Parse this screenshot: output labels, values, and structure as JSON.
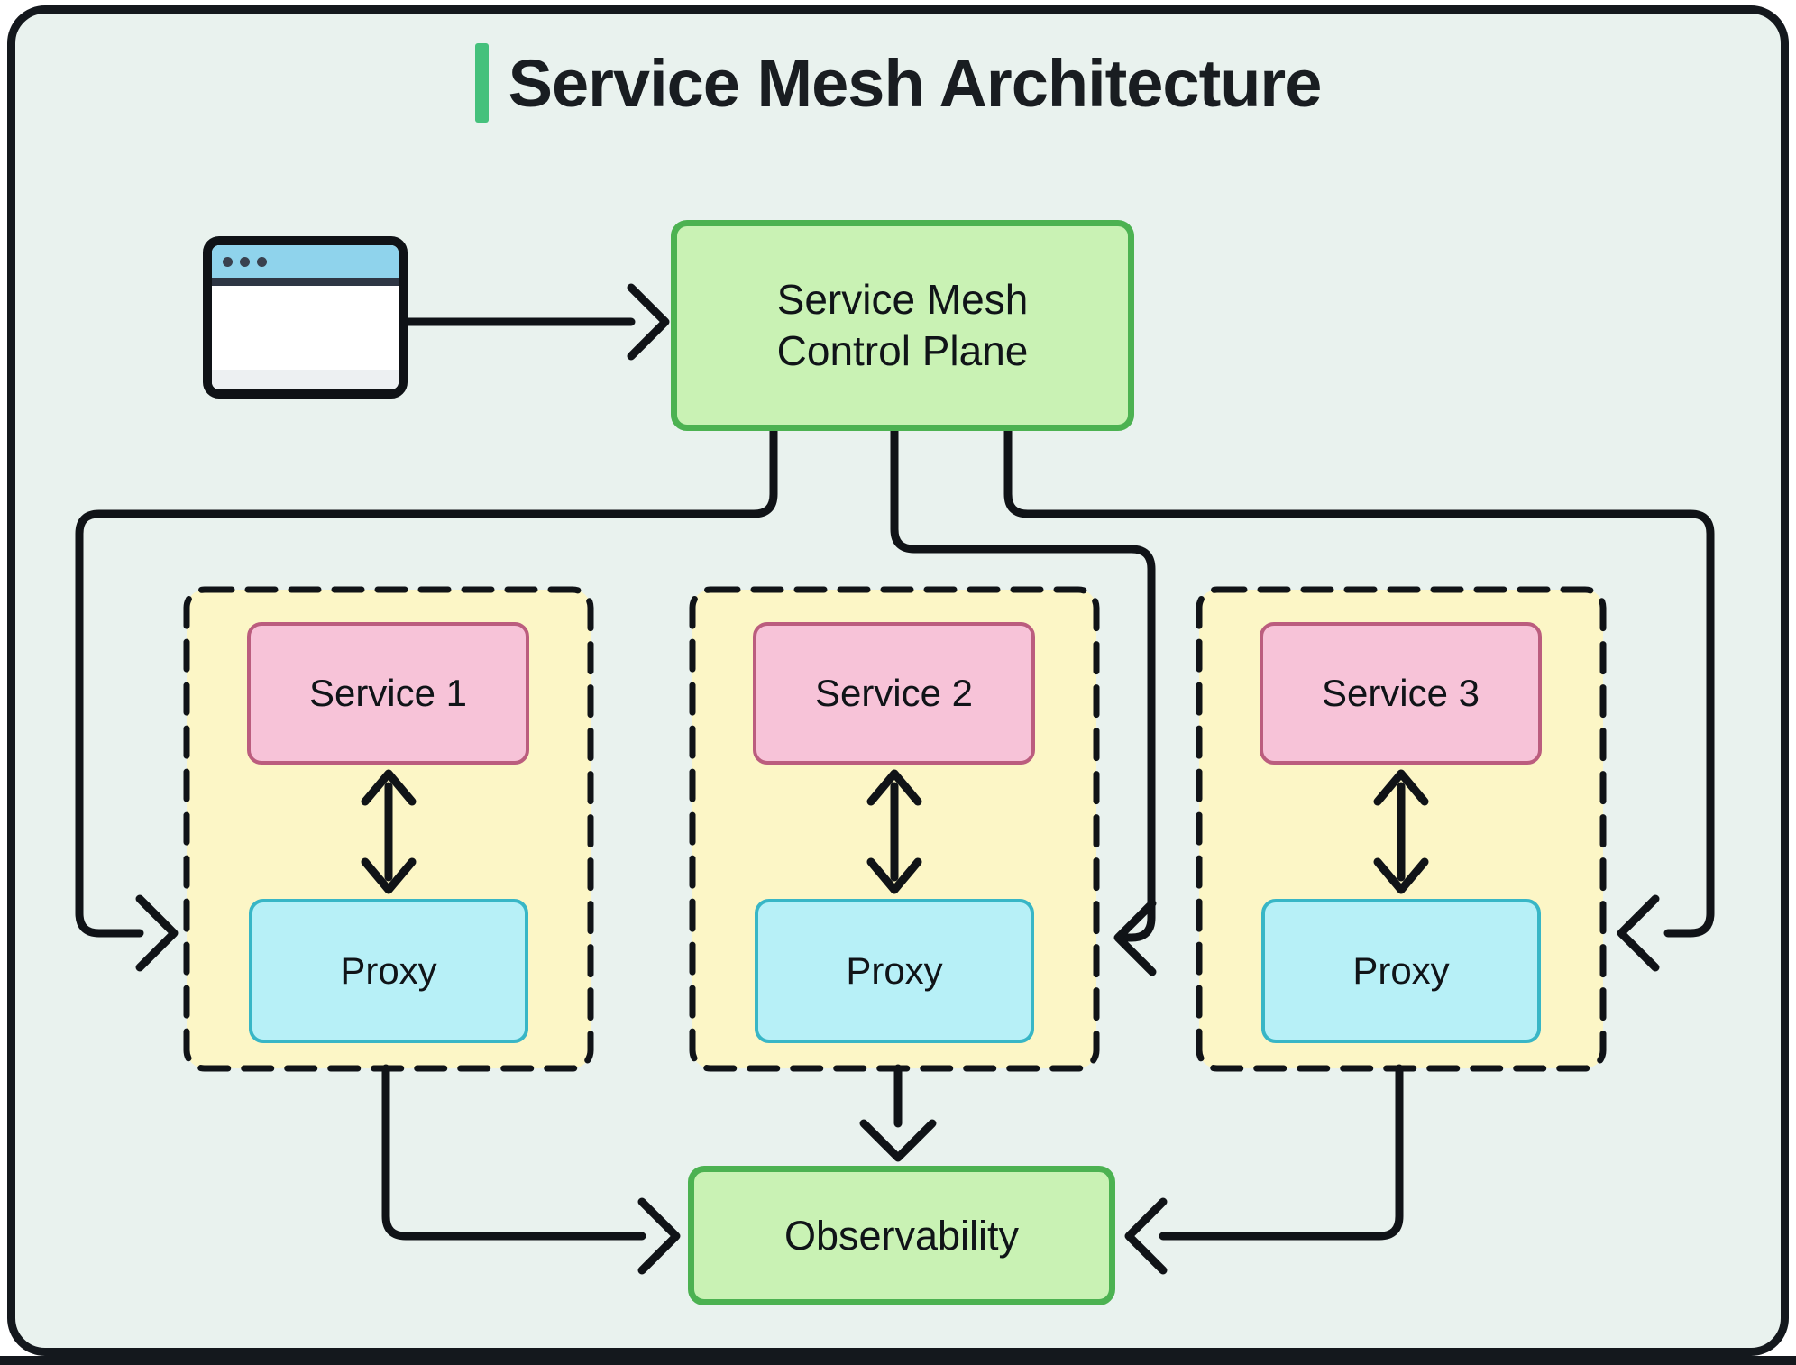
{
  "title": {
    "text": "Service Mesh Architecture",
    "accent_color": "#45c17c"
  },
  "control_plane": {
    "line1": "Service Mesh",
    "line2": "Control Plane"
  },
  "pods": [
    {
      "service": "Service 1",
      "proxy": "Proxy"
    },
    {
      "service": "Service 2",
      "proxy": "Proxy"
    },
    {
      "service": "Service 3",
      "proxy": "Proxy"
    }
  ],
  "observability": {
    "label": "Observability"
  },
  "icons": {
    "client": "browser-window-icon"
  },
  "colors": {
    "background": "#e9f2ee",
    "frame_border": "#14181d",
    "green_fill": "#c9f2b4",
    "green_border": "#4cb251",
    "pink_fill": "#f7c3d8",
    "pink_border": "#bb5d7e",
    "cyan_fill": "#b7f0f7",
    "cyan_border": "#38b6c6",
    "yellow_fill": "#fcf6c6",
    "edge_stroke": "#101317",
    "browser_bar": "#8fd3ec",
    "title_accent": "#45c17c"
  }
}
